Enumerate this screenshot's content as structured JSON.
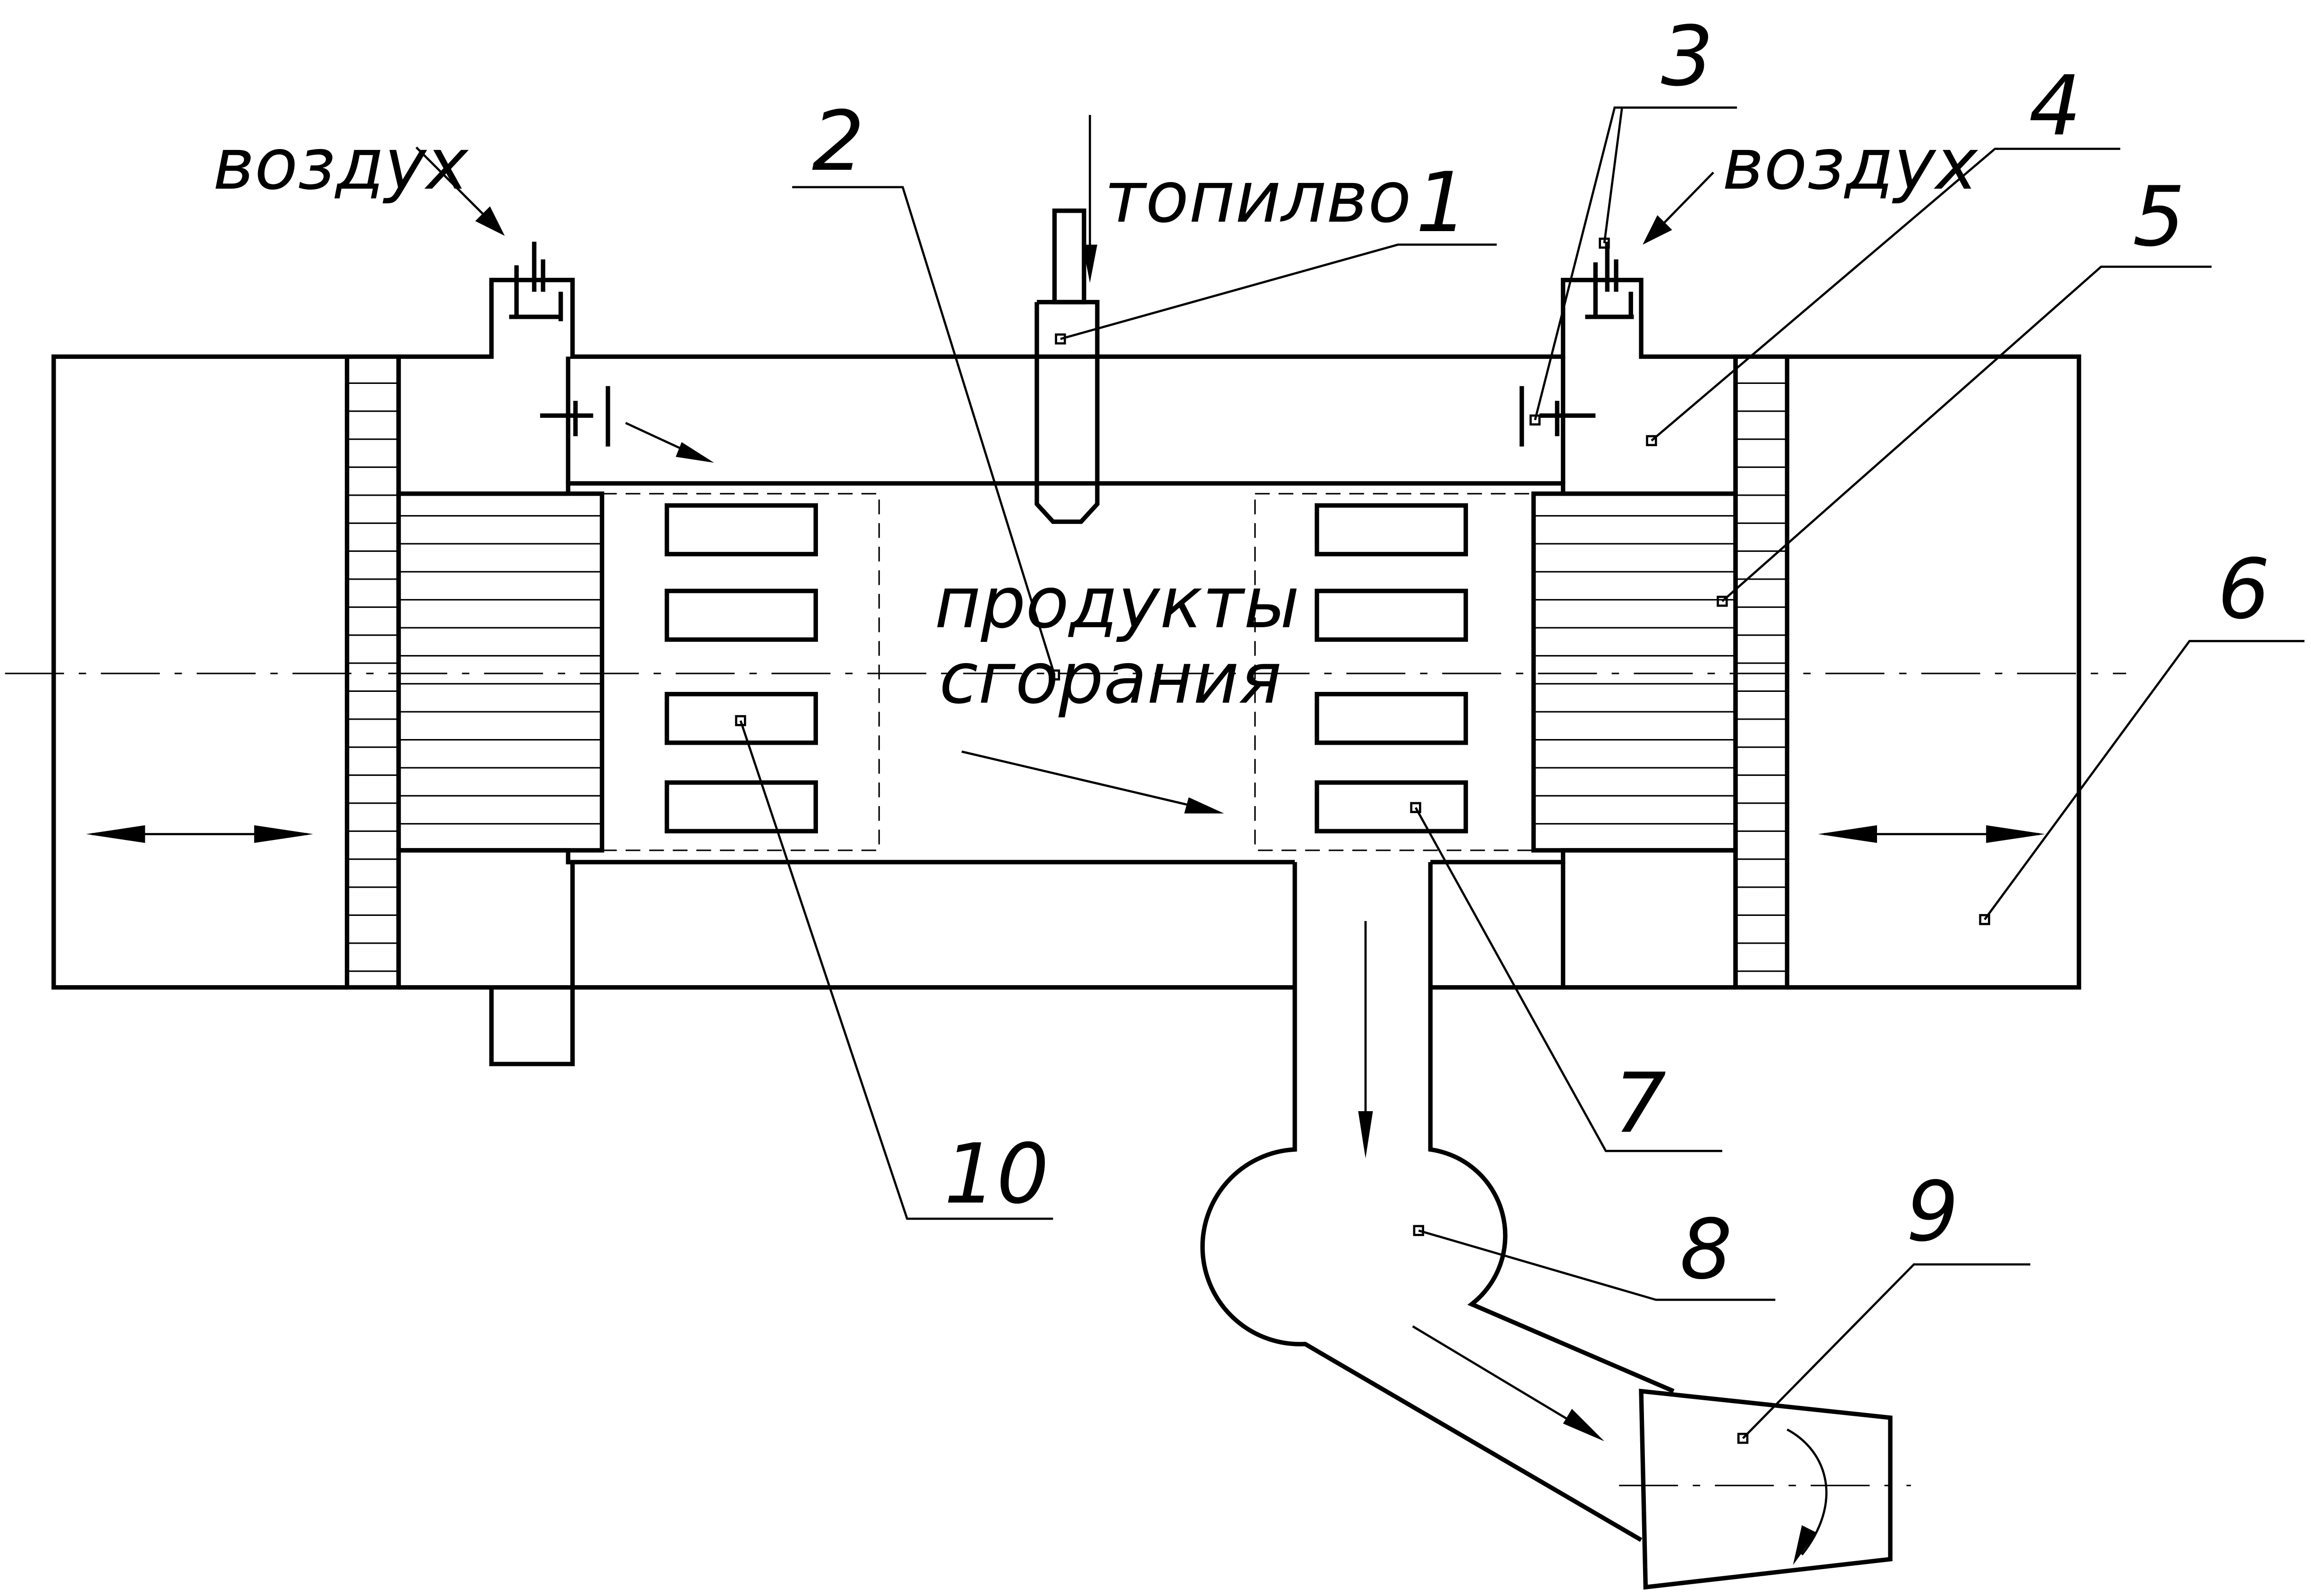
{
  "labels": {
    "air_left": "воздух",
    "air_right": "воздух",
    "fuel": "топилво",
    "products_line1": "продукты",
    "products_line2": "сгорания"
  },
  "callouts": [
    "1",
    "2",
    "3",
    "4",
    "5",
    "6",
    "7",
    "8",
    "9",
    "10"
  ],
  "colors": {
    "line": "#000000",
    "background": "#ffffff"
  }
}
